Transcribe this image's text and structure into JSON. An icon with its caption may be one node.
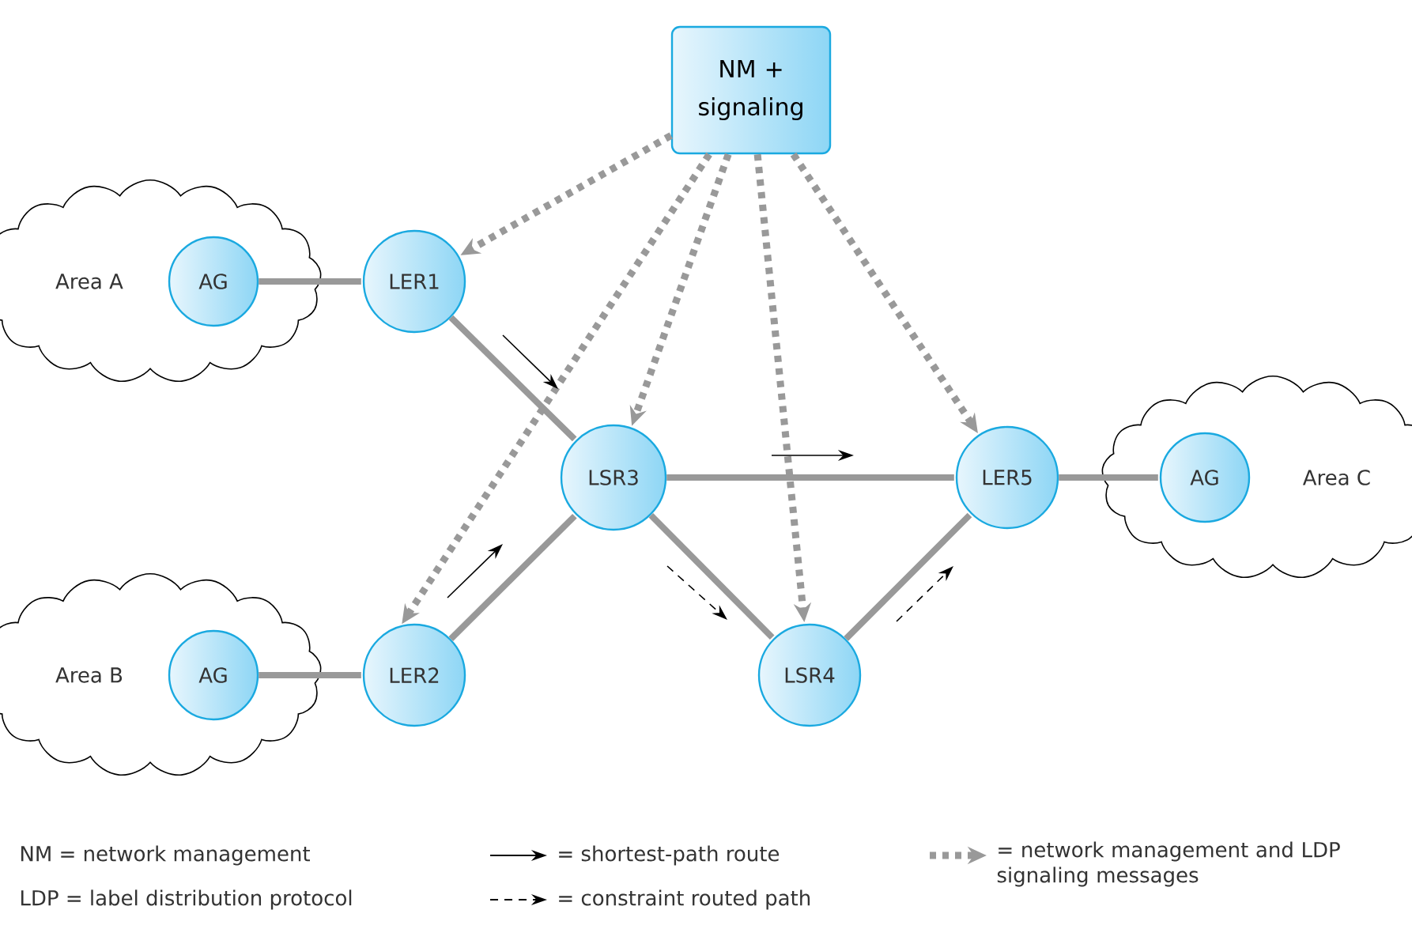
{
  "diagram": {
    "nodes": [
      {
        "text": [
          "NM + signaling"
        ]
      },
      {
        "text": [
          "Area A"
        ]
      },
      {
        "text": [
          "AG"
        ],
        "in": 1
      },
      {
        "text": [
          "LER1"
        ]
      },
      {
        "text": [
          "Area B"
        ]
      },
      {
        "text": [
          "AG"
        ],
        "in": 4
      },
      {
        "text": [
          "LER2"
        ]
      },
      {
        "text": [
          "LSR3"
        ]
      },
      {
        "text": [
          "LSR4"
        ]
      },
      {
        "text": [
          "LER5"
        ]
      },
      {
        "text": [
          "Area C"
        ]
      },
      {
        "text": [
          "AG"
        ],
        "in": 10
      }
    ],
    "edges": [
      {
        "from": 2,
        "to": 3,
        "arrow": "none"
      },
      {
        "from": 3,
        "to": 7,
        "arrow": "none"
      },
      {
        "from": 5,
        "to": 6,
        "arrow": "none"
      },
      {
        "from": 6,
        "to": 7,
        "arrow": "none"
      },
      {
        "from": 7,
        "to": 9,
        "arrow": "none"
      },
      {
        "from": 7,
        "to": 8,
        "arrow": "none"
      },
      {
        "from": 8,
        "to": 9,
        "arrow": "none"
      },
      {
        "from": 9,
        "to": 11,
        "arrow": "none"
      },
      {
        "from": 0,
        "to": 3,
        "arrow": "to",
        "style": "dashed"
      },
      {
        "from": 0,
        "to": 6,
        "arrow": "to",
        "style": "dashed"
      },
      {
        "from": 0,
        "to": 7,
        "arrow": "to",
        "style": "dashed"
      },
      {
        "from": 0,
        "to": 8,
        "arrow": "to",
        "style": "dashed"
      },
      {
        "from": 0,
        "to": 9,
        "arrow": "to",
        "style": "dashed"
      }
    ],
    "labels": [
      "NM = network management",
      "LDP = label distribution protocol"
    ],
    "legend": [
      {
        "text": "= shortest-path route"
      },
      {
        "text": "= network management and LDP signaling messages"
      },
      {
        "text": "= constraint routed path"
      }
    ]
  }
}
